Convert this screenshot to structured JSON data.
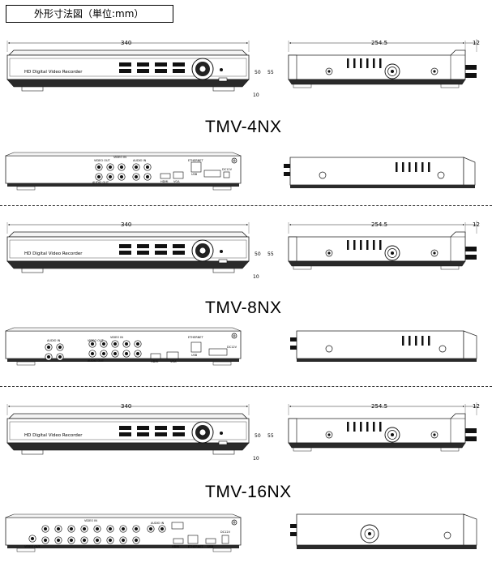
{
  "header": {
    "title": "外形寸法図（単位:mm）"
  },
  "models": [
    {
      "name": "TMV-4NX"
    },
    {
      "name": "TMV-8NX"
    },
    {
      "name": "TMV-16NX"
    }
  ],
  "dimensions": {
    "width": "340",
    "depth": "254.5",
    "knob": "12",
    "height_a": "50",
    "height_b": "55",
    "foot": "10"
  },
  "front_panel": {
    "brand": "HD  Digital Video  Recorder"
  },
  "rear_labels": {
    "video_in": "VIDEO IN",
    "video_out": "VIDEO OUT",
    "audio_in": "AUDIO IN",
    "audio_out": "AUDIO OUT",
    "ethernet": "ETHERNET",
    "hdmi": "HDMI",
    "vga": "VGA",
    "usb": "USB",
    "dc12v": "DC12V"
  }
}
